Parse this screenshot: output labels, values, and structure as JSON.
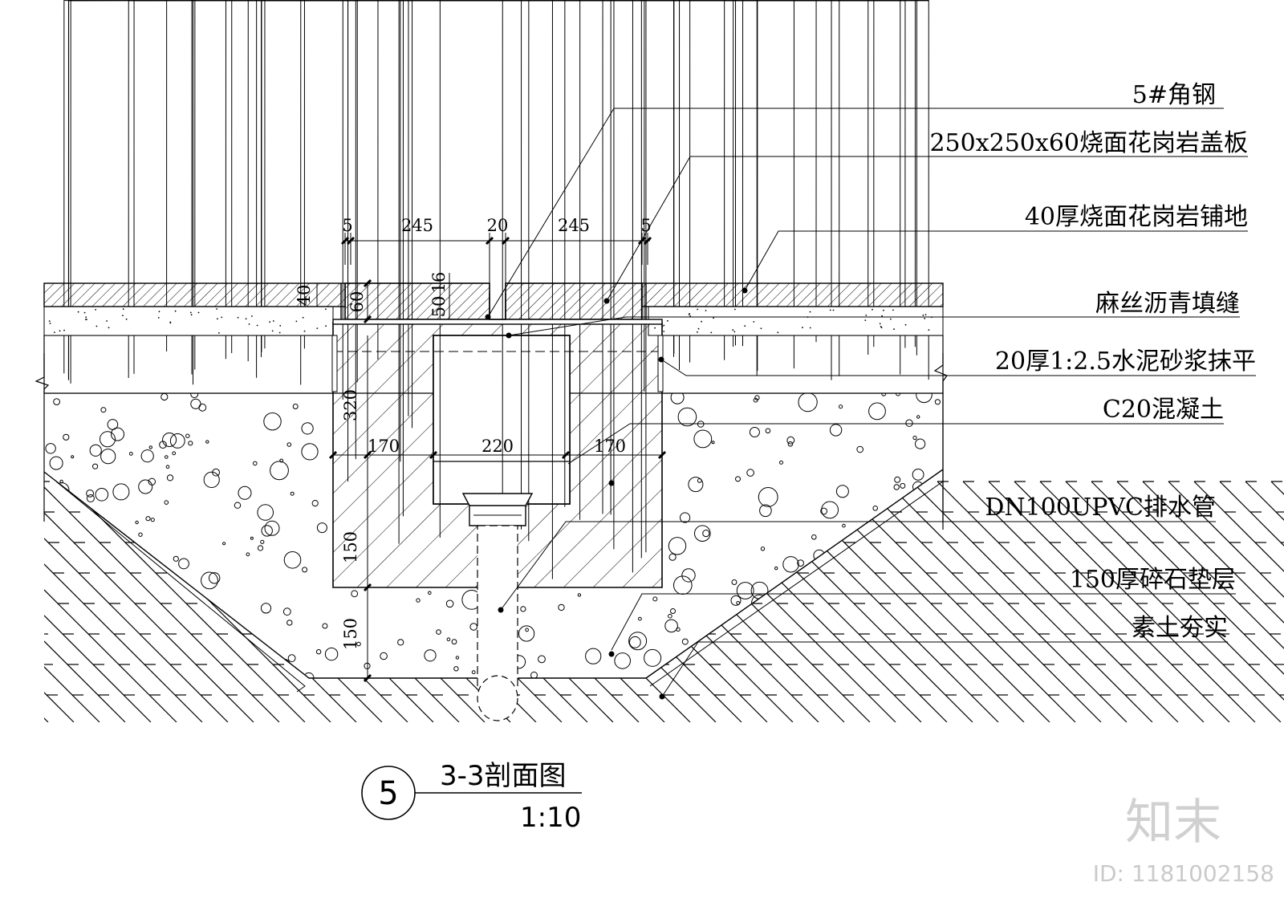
{
  "labels": [
    "5#角钢",
    "250x250x60烧面花岗岩盖板",
    "40厚烧面花岗岩铺地",
    "麻丝沥青填缝",
    "20厚1:2.5水泥砂浆抹平",
    "C20混凝土",
    "DN100UPVC排水管",
    "150厚碎石垫层",
    "素土夯实"
  ],
  "dimensions": {
    "top": [
      "5",
      "245",
      "20",
      "245",
      "5"
    ],
    "vertical_left": [
      "40",
      "60",
      "50",
      "16",
      "320",
      "150",
      "150"
    ],
    "middle": [
      "170",
      "220",
      "170"
    ]
  },
  "title": {
    "number": "5",
    "name": "3-3剖面图",
    "scale": "1:10"
  },
  "watermark": {
    "brand": "知末",
    "id": "ID: 1181002158"
  }
}
